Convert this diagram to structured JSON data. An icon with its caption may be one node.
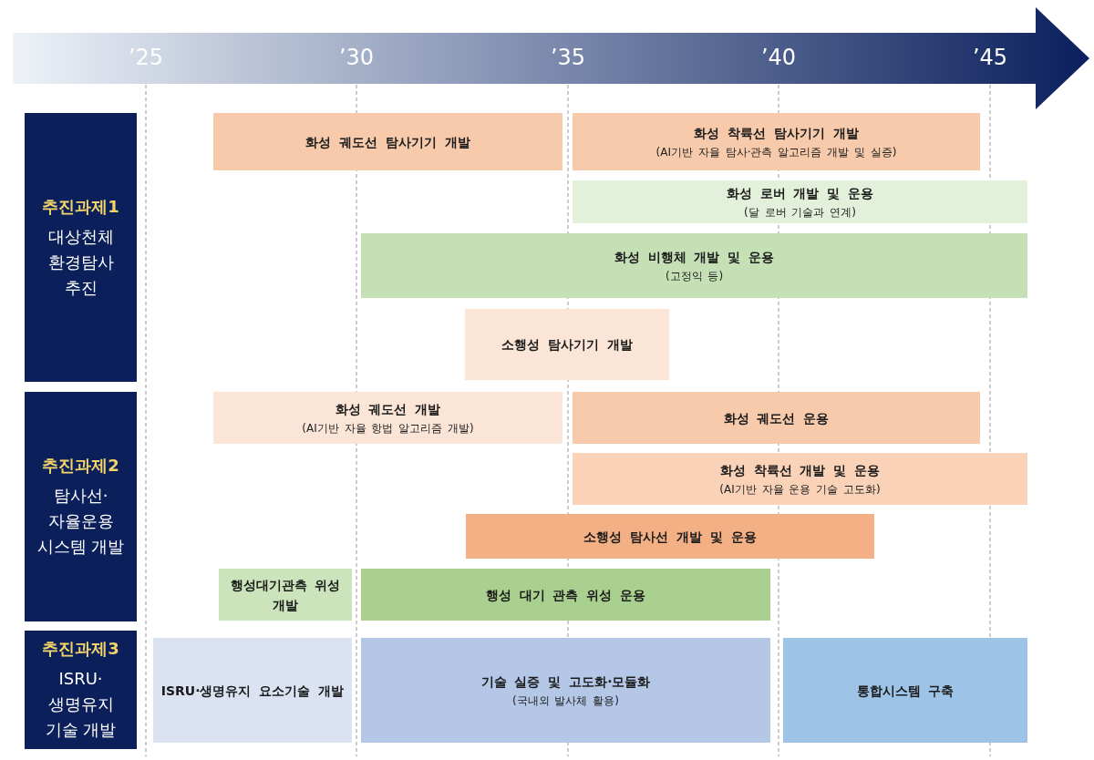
{
  "diagram": {
    "nodes": [
      {
        "text": [
          "추진과제1",
          "대상천체 환경탐사 추진"
        ]
      },
      {
        "text": [
          "화성 궤도선 탐사기기 개발"
        ]
      },
      {
        "text": [
          "화성 착륙선 탐사기기 개발",
          "(AI기반 자율 탐사·관측 알고리즘 개발 및 실증)"
        ]
      },
      {
        "text": [
          "화성 로버 개발 및 운용",
          "(달 로버 기술과 연계)"
        ]
      },
      {
        "text": [
          "화성 비행체 개발 및 운용",
          "(고정익 등)"
        ]
      },
      {
        "text": [
          "소행성 탐사기기 개발"
        ]
      },
      {
        "text": [
          "추진과제2",
          "탐사선· 자율운용 시스템 개발"
        ]
      },
      {
        "text": [
          "화성 궤도선 개발",
          "(AI기반 자율 항법 알고리즘 개발)"
        ]
      },
      {
        "text": [
          "화성 궤도선 운용"
        ]
      },
      {
        "text": [
          "화성 착륙선 개발 및 운용",
          "(AI기반 자율 운용 기술 고도화)"
        ]
      },
      {
        "text": [
          "소행성 탐사선 개발 및 운용"
        ]
      },
      {
        "text": [
          "행성대기관측 위성 개발"
        ]
      },
      {
        "text": [
          "행성 대기 관측 위성 운용"
        ]
      },
      {
        "text": [
          "추진과제3",
          "ISRU· 생명유지 기술 개발"
        ]
      },
      {
        "text": [
          "ISRU·생명유지 요소기술 개발"
        ]
      },
      {
        "text": [
          "기술 실증 및 고도화·모듈화",
          "(국내외 발사체 활용)"
        ]
      },
      {
        "text": [
          "통합시스템 구축"
        ]
      }
    ],
    "labels": [
      "’25",
      "’30",
      "’35",
      "’40",
      "’45"
    ]
  }
}
